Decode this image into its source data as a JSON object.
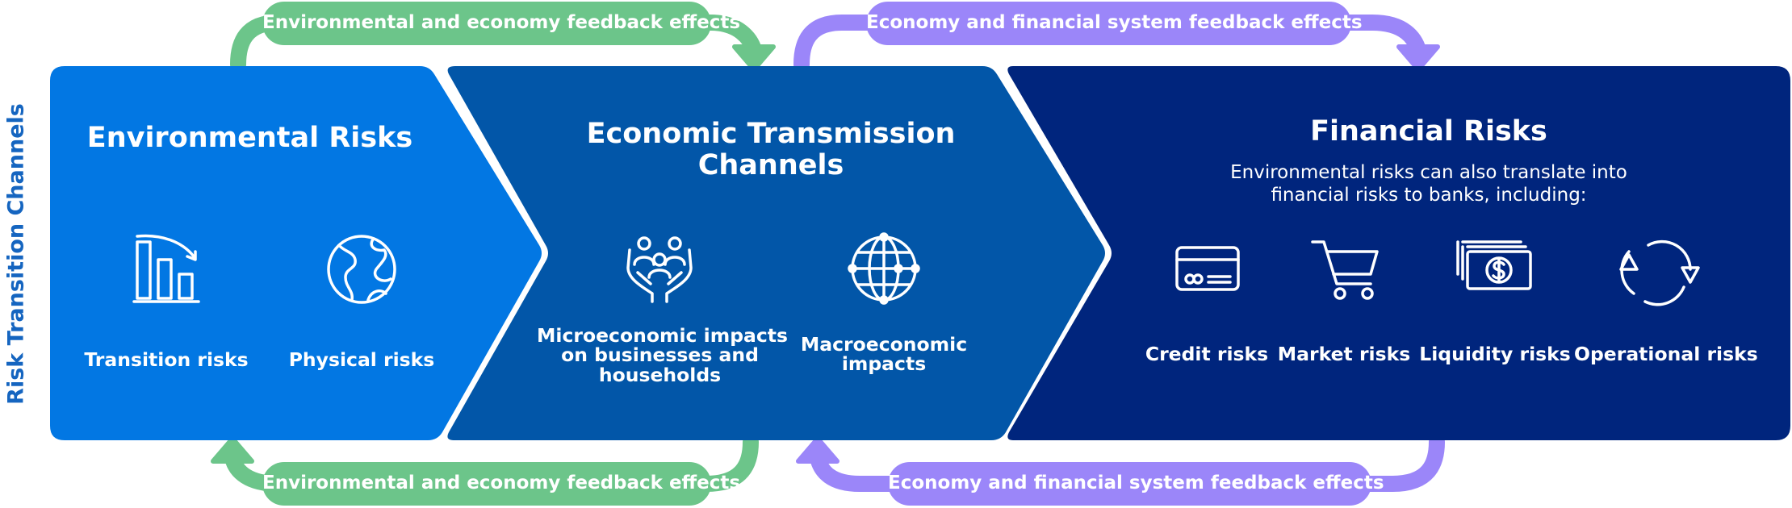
{
  "side_label": "Risk Transition Channels",
  "colors": {
    "environmental": "#0277e3",
    "economic": "#0256a8",
    "financial": "#00257d",
    "feedback_green": "#6cc58a",
    "feedback_purple": "#9b86f9"
  },
  "sections": {
    "environmental": {
      "title": "Environmental Risks",
      "items": [
        {
          "label": "Transition risks",
          "icon": "bar-chart-decline-icon"
        },
        {
          "label": "Physical risks",
          "icon": "globe-icon"
        }
      ]
    },
    "economic": {
      "title_line1": "Economic Transmission",
      "title_line2": "Channels",
      "items": [
        {
          "label_line1": "Microeconomic impacts",
          "label_line2": "on businesses and",
          "label_line3": "households",
          "icon": "hands-people-icon"
        },
        {
          "label_line1": "Macroeconomic",
          "label_line2": "impacts",
          "icon": "network-globe-icon"
        }
      ]
    },
    "financial": {
      "title": "Financial Risks",
      "subtitle_line1": "Environmental risks can also translate into",
      "subtitle_line2": "financial risks to banks, including:",
      "items": [
        {
          "label": "Credit risks",
          "icon": "credit-card-icon"
        },
        {
          "label": "Market risks",
          "icon": "shopping-cart-icon"
        },
        {
          "label": "Liquidity risks",
          "icon": "cash-stack-icon"
        },
        {
          "label": "Operational risks",
          "icon": "cycle-arrows-icon"
        }
      ]
    }
  },
  "feedback": {
    "top_left": "Environmental and economy feedback effects",
    "top_right": "Economy and financial system feedback effects",
    "bottom_left": "Environmental and economy feedback effects",
    "bottom_right": "Economy and financial system feedback effects"
  }
}
